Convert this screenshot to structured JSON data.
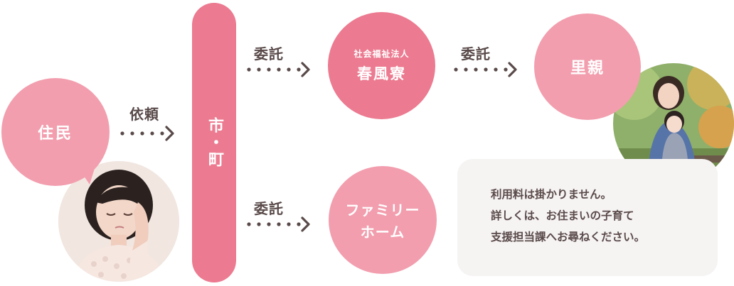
{
  "nodes": {
    "resident": "住民",
    "city_town": "市・町",
    "org_small": "社会福祉法人",
    "org_name": "春風寮",
    "family_home_line1": "ファミリー",
    "family_home_line2": "ホーム",
    "foster_parent": "里親"
  },
  "edges": {
    "request": "依頼",
    "entrust_1": "委託",
    "entrust_2": "委託",
    "entrust_3": "委託"
  },
  "note": {
    "lines": [
      "利用料は掛かりません。",
      "詳しくは、お住まいの子育て",
      "支援担当課へお尋ねください。"
    ]
  },
  "colors": {
    "circle_light": "#f29eae",
    "circle_dark": "#ec7a90",
    "text_dark": "#5a4a4a",
    "arrow": "#5a4a4a",
    "note_bg": "#f6f3f3"
  }
}
